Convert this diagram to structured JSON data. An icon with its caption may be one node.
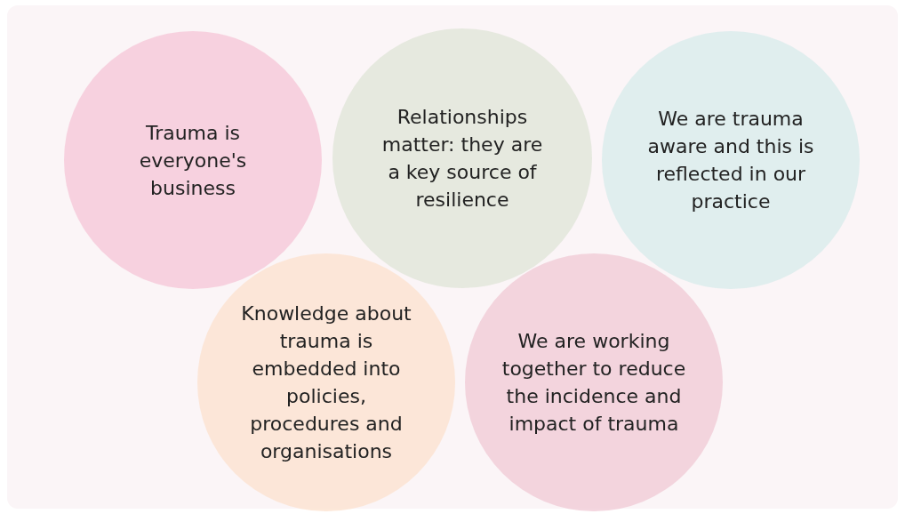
{
  "diagram": {
    "nodes": [
      {
        "text": [
          "Trauma is everyone's business"
        ]
      },
      {
        "text": [
          "Relationships matter: they are a key source of resilience"
        ]
      },
      {
        "text": [
          "We are trauma aware and this is reflected in our practice"
        ]
      },
      {
        "text": [
          "Knowledge about trauma is embedded into policies, procedures and organisations"
        ]
      },
      {
        "text": [
          "We are working together to reduce the incidence and impact of trauma"
        ]
      }
    ]
  }
}
